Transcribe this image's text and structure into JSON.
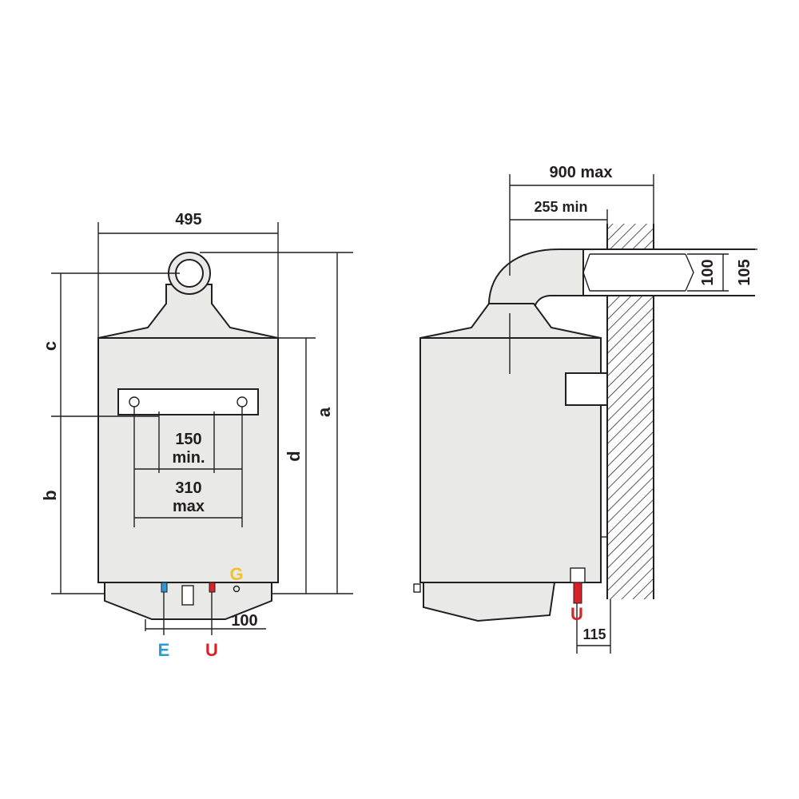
{
  "front_view": {
    "width_label": "495",
    "dim_c": "c",
    "dim_b": "b",
    "dim_d": "d",
    "dim_a": "a",
    "bracket_min_value": "150",
    "bracket_min_unit": "min.",
    "bracket_max_value": "310",
    "bracket_max_unit": "max",
    "bottom_offset": "100",
    "conn_g": "G",
    "conn_e": "E",
    "conn_u": "U"
  },
  "side_view": {
    "flue_max": "900 max",
    "flue_min": "255 min",
    "pipe_inner": "100",
    "pipe_outer": "105",
    "conn_u": "U",
    "wall_offset": "115"
  },
  "colors": {
    "cold_water": "#2b9ad6",
    "hot_water": "#d92128",
    "gas": "#f2c12e",
    "outline": "#231f20",
    "body": "#e9e9e8"
  }
}
